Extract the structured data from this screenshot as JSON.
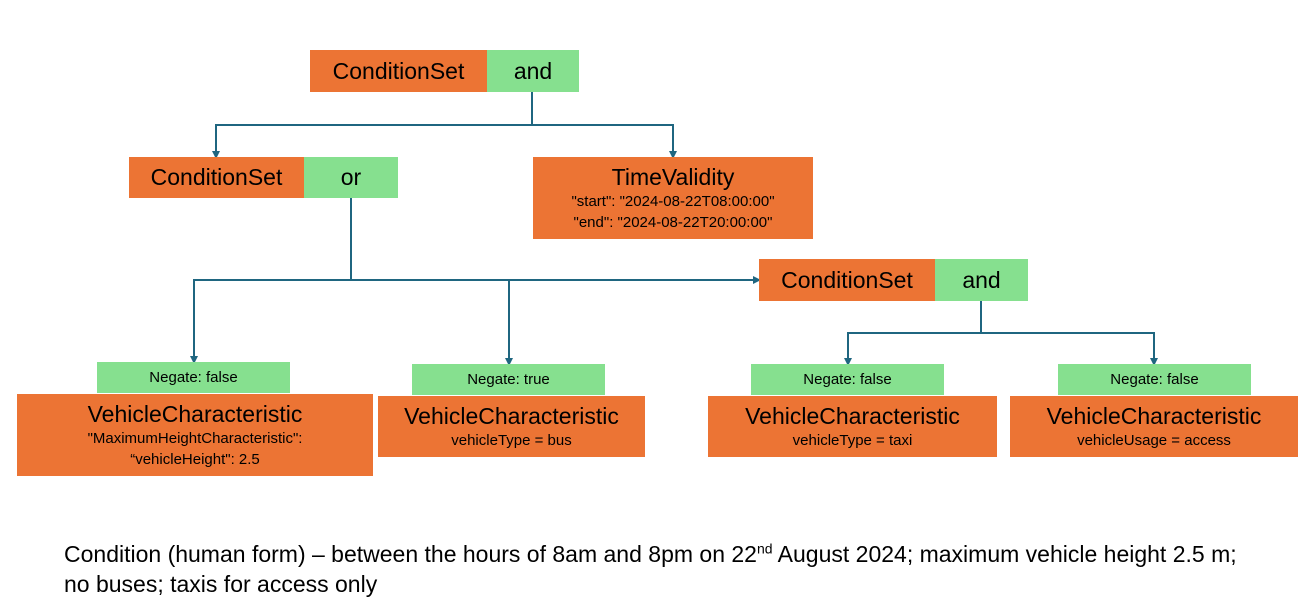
{
  "colors": {
    "node_fill": "#ec7434",
    "operator_fill": "#86e08f",
    "connector": "#1f6680"
  },
  "nodes": {
    "root": {
      "type": "ConditionSet",
      "operator": "and"
    },
    "or_set": {
      "type": "ConditionSet",
      "operator": "or"
    },
    "time": {
      "type": "TimeValidity",
      "start": "\"start\": \"2024-08-22T08:00:00\"",
      "end": "\"end\": \"2024-08-22T20:00:00\""
    },
    "and_set": {
      "type": "ConditionSet",
      "operator": "and"
    },
    "vc_height": {
      "negate": "Negate: false",
      "type": "VehicleCharacteristic",
      "line1": "\"MaximumHeightCharacteristic\":",
      "line2": "“vehicleHeight\": 2.5"
    },
    "vc_bus": {
      "negate": "Negate: true",
      "type": "VehicleCharacteristic",
      "line1": "vehicleType = bus"
    },
    "vc_taxi": {
      "negate": "Negate: false",
      "type": "VehicleCharacteristic",
      "line1": "vehicleType = taxi"
    },
    "vc_access": {
      "negate": "Negate: false",
      "type": "VehicleCharacteristic",
      "line1": "vehicleUsage = access"
    }
  },
  "caption": {
    "before": "Condition (human form) – between the hours of 8am and 8pm on 22",
    "sup": "nd",
    "after": " August 2024; maximum vehicle height 2.5 m; no buses; taxis for access only"
  }
}
